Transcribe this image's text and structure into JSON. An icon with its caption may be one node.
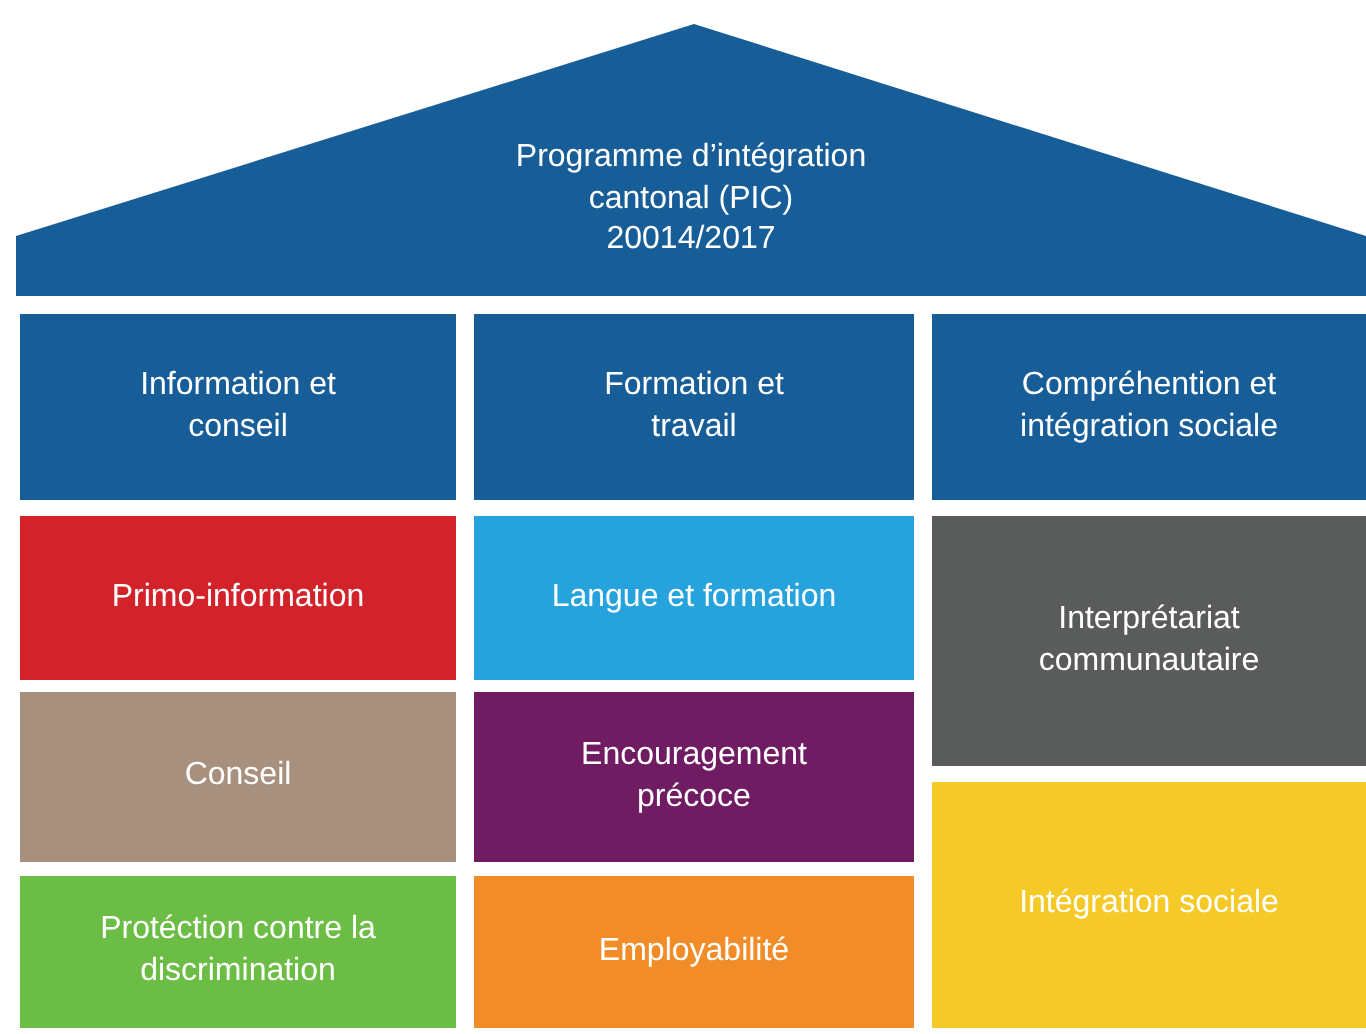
{
  "diagram": {
    "nodes": [
      {
        "text": [
          "Programme d’intégration cantonal (PIC)",
          "20014/2017"
        ]
      },
      {
        "text": [
          "Information et conseil"
        ]
      },
      {
        "text": [
          "Formation et travail"
        ]
      },
      {
        "text": [
          "Compréhention et intégration sociale"
        ]
      },
      {
        "text": [
          "Primo-information"
        ]
      },
      {
        "text": [
          "Conseil"
        ]
      },
      {
        "text": [
          "Protéction contre la discrimination"
        ]
      },
      {
        "text": [
          "Langue et formation"
        ]
      },
      {
        "text": [
          "Encouragement précoce"
        ]
      },
      {
        "text": [
          "Employabilité"
        ]
      },
      {
        "text": [
          "Interprétariat communautaire"
        ]
      },
      {
        "text": [
          "Intégration sociale"
        ]
      }
    ]
  }
}
